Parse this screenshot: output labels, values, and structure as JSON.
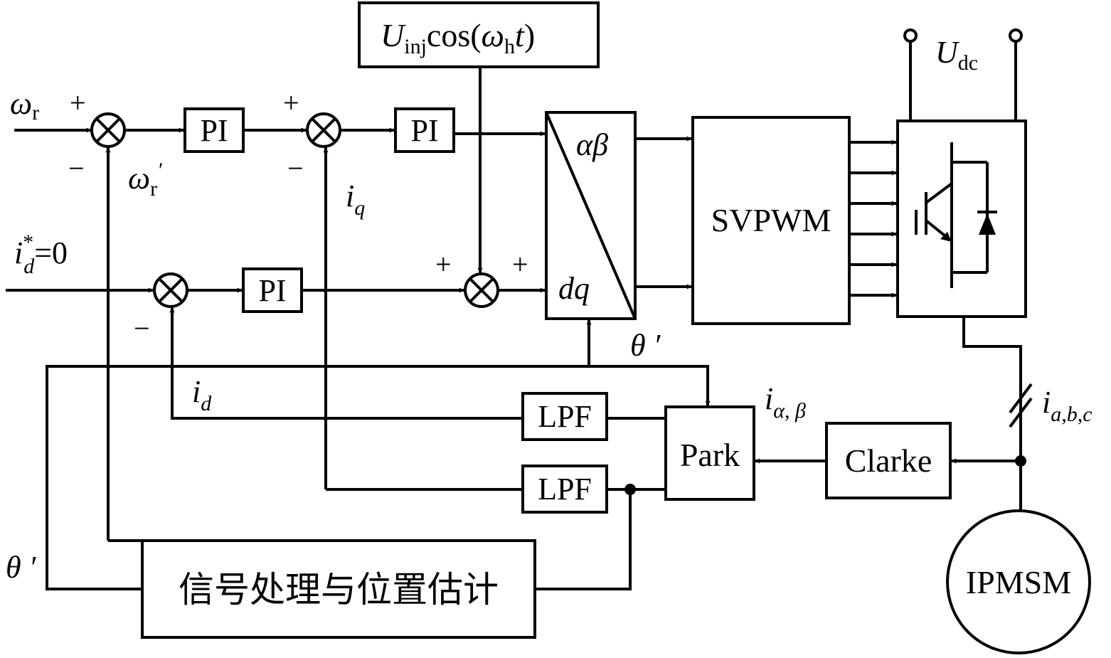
{
  "diagram": {
    "title": "IPMSM sensorless control with high-frequency injection",
    "blocks": {
      "injection": {
        "label_U": "U",
        "label_sub": "inj",
        "label_rest": "cos(",
        "label_omega": "ω",
        "label_h": "h",
        "label_t": "t",
        "label_close": ")"
      },
      "pi_speed": "PI",
      "pi_q": "PI",
      "pi_d": "PI",
      "transform": {
        "top": "αβ",
        "bottom": "dq"
      },
      "svpwm": "SVPWM",
      "lpf_d": "LPF",
      "lpf_q": "LPF",
      "park": "Park",
      "clarke": "Clarke",
      "motor": "IPMSM",
      "estimator": "信号处理与位置估计"
    },
    "signals": {
      "omega_r": {
        "base": "ω",
        "sub": "r"
      },
      "omega_r_est": {
        "base": "ω",
        "sub": "r",
        "prime": "′"
      },
      "id_ref": {
        "base": "i",
        "sup": "*",
        "sub": "d",
        "rest": "=0"
      },
      "iq": {
        "base": "i",
        "sub": "q"
      },
      "id": {
        "base": "i",
        "sub": "d"
      },
      "theta_est_top": "θ ′",
      "theta_est_left": "θ ′",
      "i_alpha_beta": {
        "base": "i",
        "sub": "α, β"
      },
      "i_abc": {
        "base": "i",
        "sub": "a,b,c"
      },
      "udc": {
        "base": "U",
        "sub": "dc"
      }
    },
    "signs": {
      "plus": "+",
      "minus": "−"
    }
  }
}
